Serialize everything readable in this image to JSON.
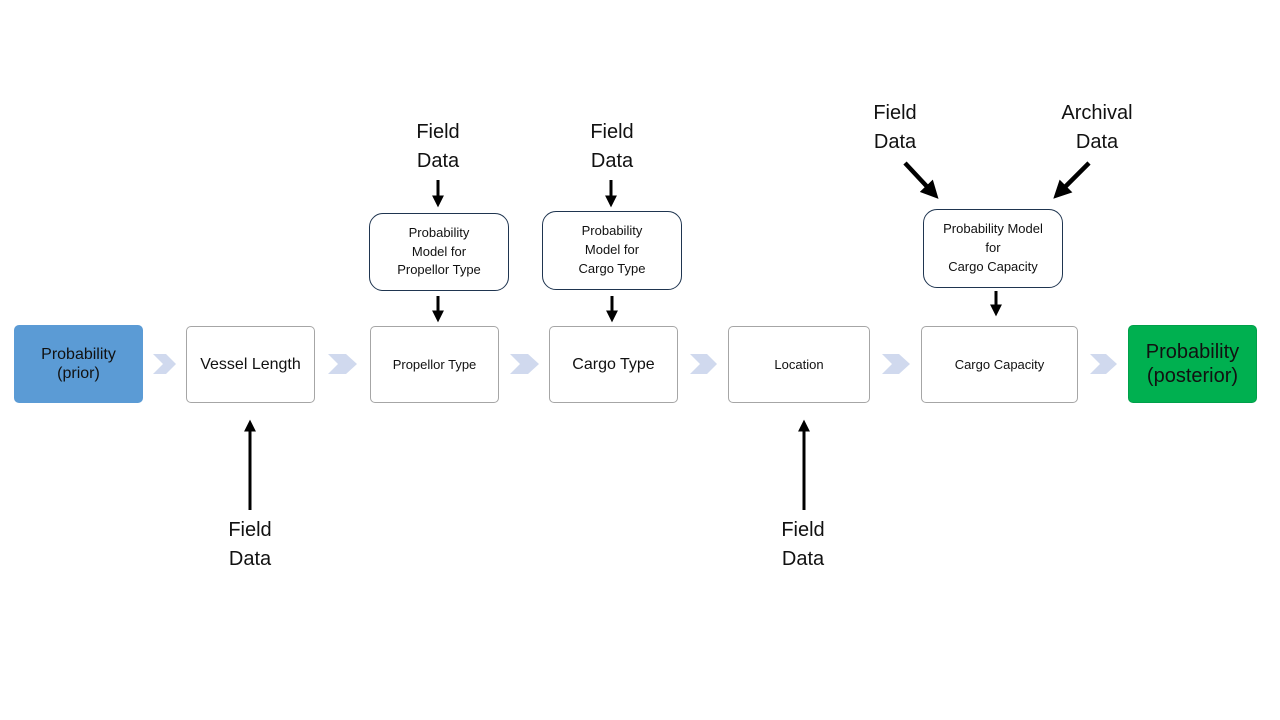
{
  "colors": {
    "prior_fill": "#5b9bd5",
    "posterior_fill": "#00b050",
    "node_border": "#a6a6a6",
    "model_border": "#1f3550",
    "chevron": "#d0d9ee",
    "arrow": "#000000"
  },
  "chain": {
    "prior": "Probability\n(prior)",
    "vessel_length": "Vessel Length",
    "propellor_type": "Propellor Type",
    "cargo_type": "Cargo Type",
    "location": "Location",
    "cargo_capacity": "Cargo Capacity",
    "posterior": "Probability\n(posterior)"
  },
  "models": {
    "propellor": "Probability\nModel for\nPropellor Type",
    "cargo_type": "Probability\nModel for\nCargo Type",
    "cargo_capacity": "Probability Model\nfor\nCargo Capacity"
  },
  "sources": {
    "propellor_field": "Field\nData",
    "cargo_type_field": "Field\nData",
    "capacity_field": "Field\nData",
    "capacity_archival": "Archival\nData",
    "vessel_length_field": "Field\nData",
    "location_field": "Field\nData"
  }
}
